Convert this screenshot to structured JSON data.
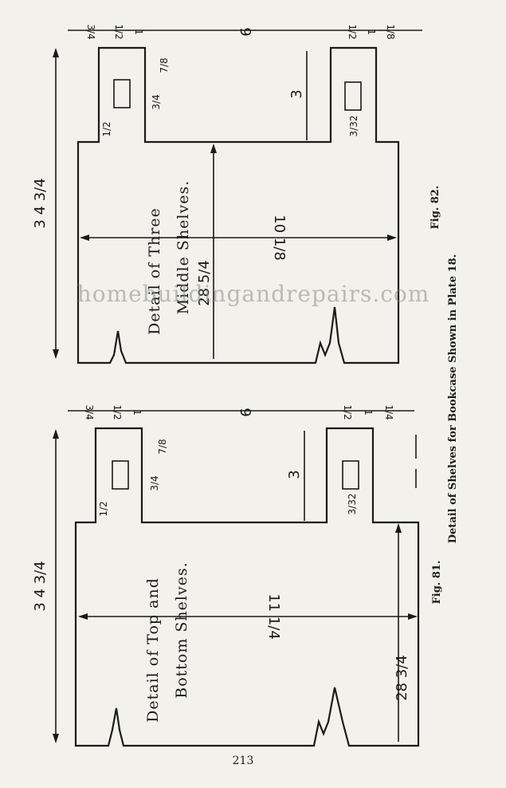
{
  "figure_top": {
    "shelf_label_line1": "Detail of Three",
    "shelf_label_line2": "Middle Shelves.",
    "dim_overall_depth": "3 4 3/4",
    "dim_width": "10 1/8",
    "dim_inner": "28 5/4",
    "dim_tenon_length": "3",
    "dim_tenon_top": "7/8",
    "dim_mortise": "3/4",
    "dim_mortise_slot": "3/32",
    "dim_tenon_shoulder": "1/2",
    "dim_center": "9",
    "dim_top_left_a": "3/4",
    "dim_top_left_b": "1/2",
    "dim_top_left_c": "1",
    "dim_top_right_a": "1/2",
    "dim_top_right_b": "1",
    "dim_top_right_c": "1/8",
    "fig_label": "Fig. 82."
  },
  "figure_bottom": {
    "shelf_label_line1": "Detail of Top and",
    "shelf_label_line2": "Bottom Shelves.",
    "dim_overall_depth": "3 4 3/4",
    "dim_width": "11 1/4",
    "dim_inner": "28 3/4",
    "dim_tenon_length": "3",
    "dim_tenon_top": "7/8",
    "dim_mortise": "3/4",
    "dim_mortise_slot": "3/32",
    "dim_tenon_shoulder": "1/2",
    "dim_center": "9",
    "dim_top_left_a": "3/4",
    "dim_top_left_b": "1/2",
    "dim_top_left_c": "1",
    "dim_top_right_a": "1/2",
    "dim_top_right_b": "1",
    "dim_top_right_c": "1/4",
    "fig_label": "Fig. 81."
  },
  "caption": "Detail of Shelves for Bookcase Shown in Plate 18.",
  "watermark": "homebuildingandrepairs.com",
  "page_number": "213"
}
